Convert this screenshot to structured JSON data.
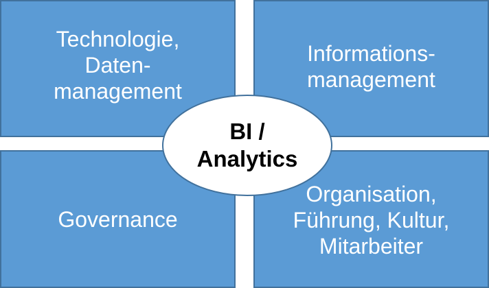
{
  "quadrants": {
    "top_left": {
      "lines": [
        "Technologie,",
        "Daten-",
        "management"
      ]
    },
    "top_right": {
      "lines": [
        "Informations-",
        "management"
      ]
    },
    "bottom_left": {
      "lines": [
        "Governance"
      ]
    },
    "bottom_right": {
      "lines": [
        "Organisation,",
        "Führung, Kultur,",
        "Mitarbeiter"
      ]
    }
  },
  "center": {
    "lines": [
      "BI /",
      "Analytics"
    ]
  },
  "colors": {
    "quadrant_fill": "#5b9bd5",
    "quadrant_border": "#41719c",
    "quadrant_text": "#ffffff",
    "center_fill": "#ffffff",
    "center_text": "#000000"
  }
}
